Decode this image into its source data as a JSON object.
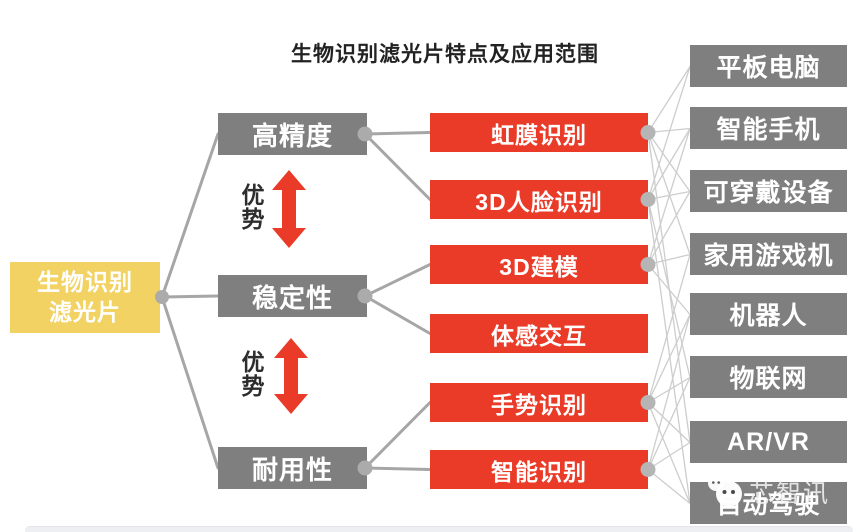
{
  "title": "生物识别滤光片特点及应用范围",
  "root": {
    "label": "生物识别\n滤光片"
  },
  "advantage_label": "优势",
  "features": [
    "高精度",
    "稳定性",
    "耐用性"
  ],
  "technologies": [
    "虹膜识别",
    "3D人脸识别",
    "3D建模",
    "体感交互",
    "手势识别",
    "智能识别"
  ],
  "applications": [
    "平板电脑",
    "智能手机",
    "可穿戴设备",
    "家用游戏机",
    "机器人",
    "物联网",
    "AR/VR",
    "自动驾驶"
  ],
  "connections": {
    "root_to_features": [
      0,
      1,
      2
    ],
    "features_to_technologies": [
      [
        0,
        1
      ],
      [
        2,
        3
      ],
      [
        4,
        5
      ]
    ],
    "technologies_to_applications": [
      [
        0,
        1,
        2,
        3,
        6
      ],
      [
        0,
        1,
        2,
        5,
        7
      ],
      [
        1,
        2,
        3,
        4
      ],
      [],
      [
        3,
        4,
        5,
        6,
        7
      ],
      [
        4,
        5,
        6,
        7
      ]
    ]
  },
  "watermark": {
    "text": "芯智讯",
    "icon": "chat-face-icon"
  },
  "colors": {
    "accent-red": "#EA3B28",
    "node-gray": "#7F7F7F",
    "root-yellow": "#F2D263",
    "line-gray": "#A6A6A6",
    "mesh-gray": "#CDCDCD",
    "title-dark": "#222222"
  }
}
